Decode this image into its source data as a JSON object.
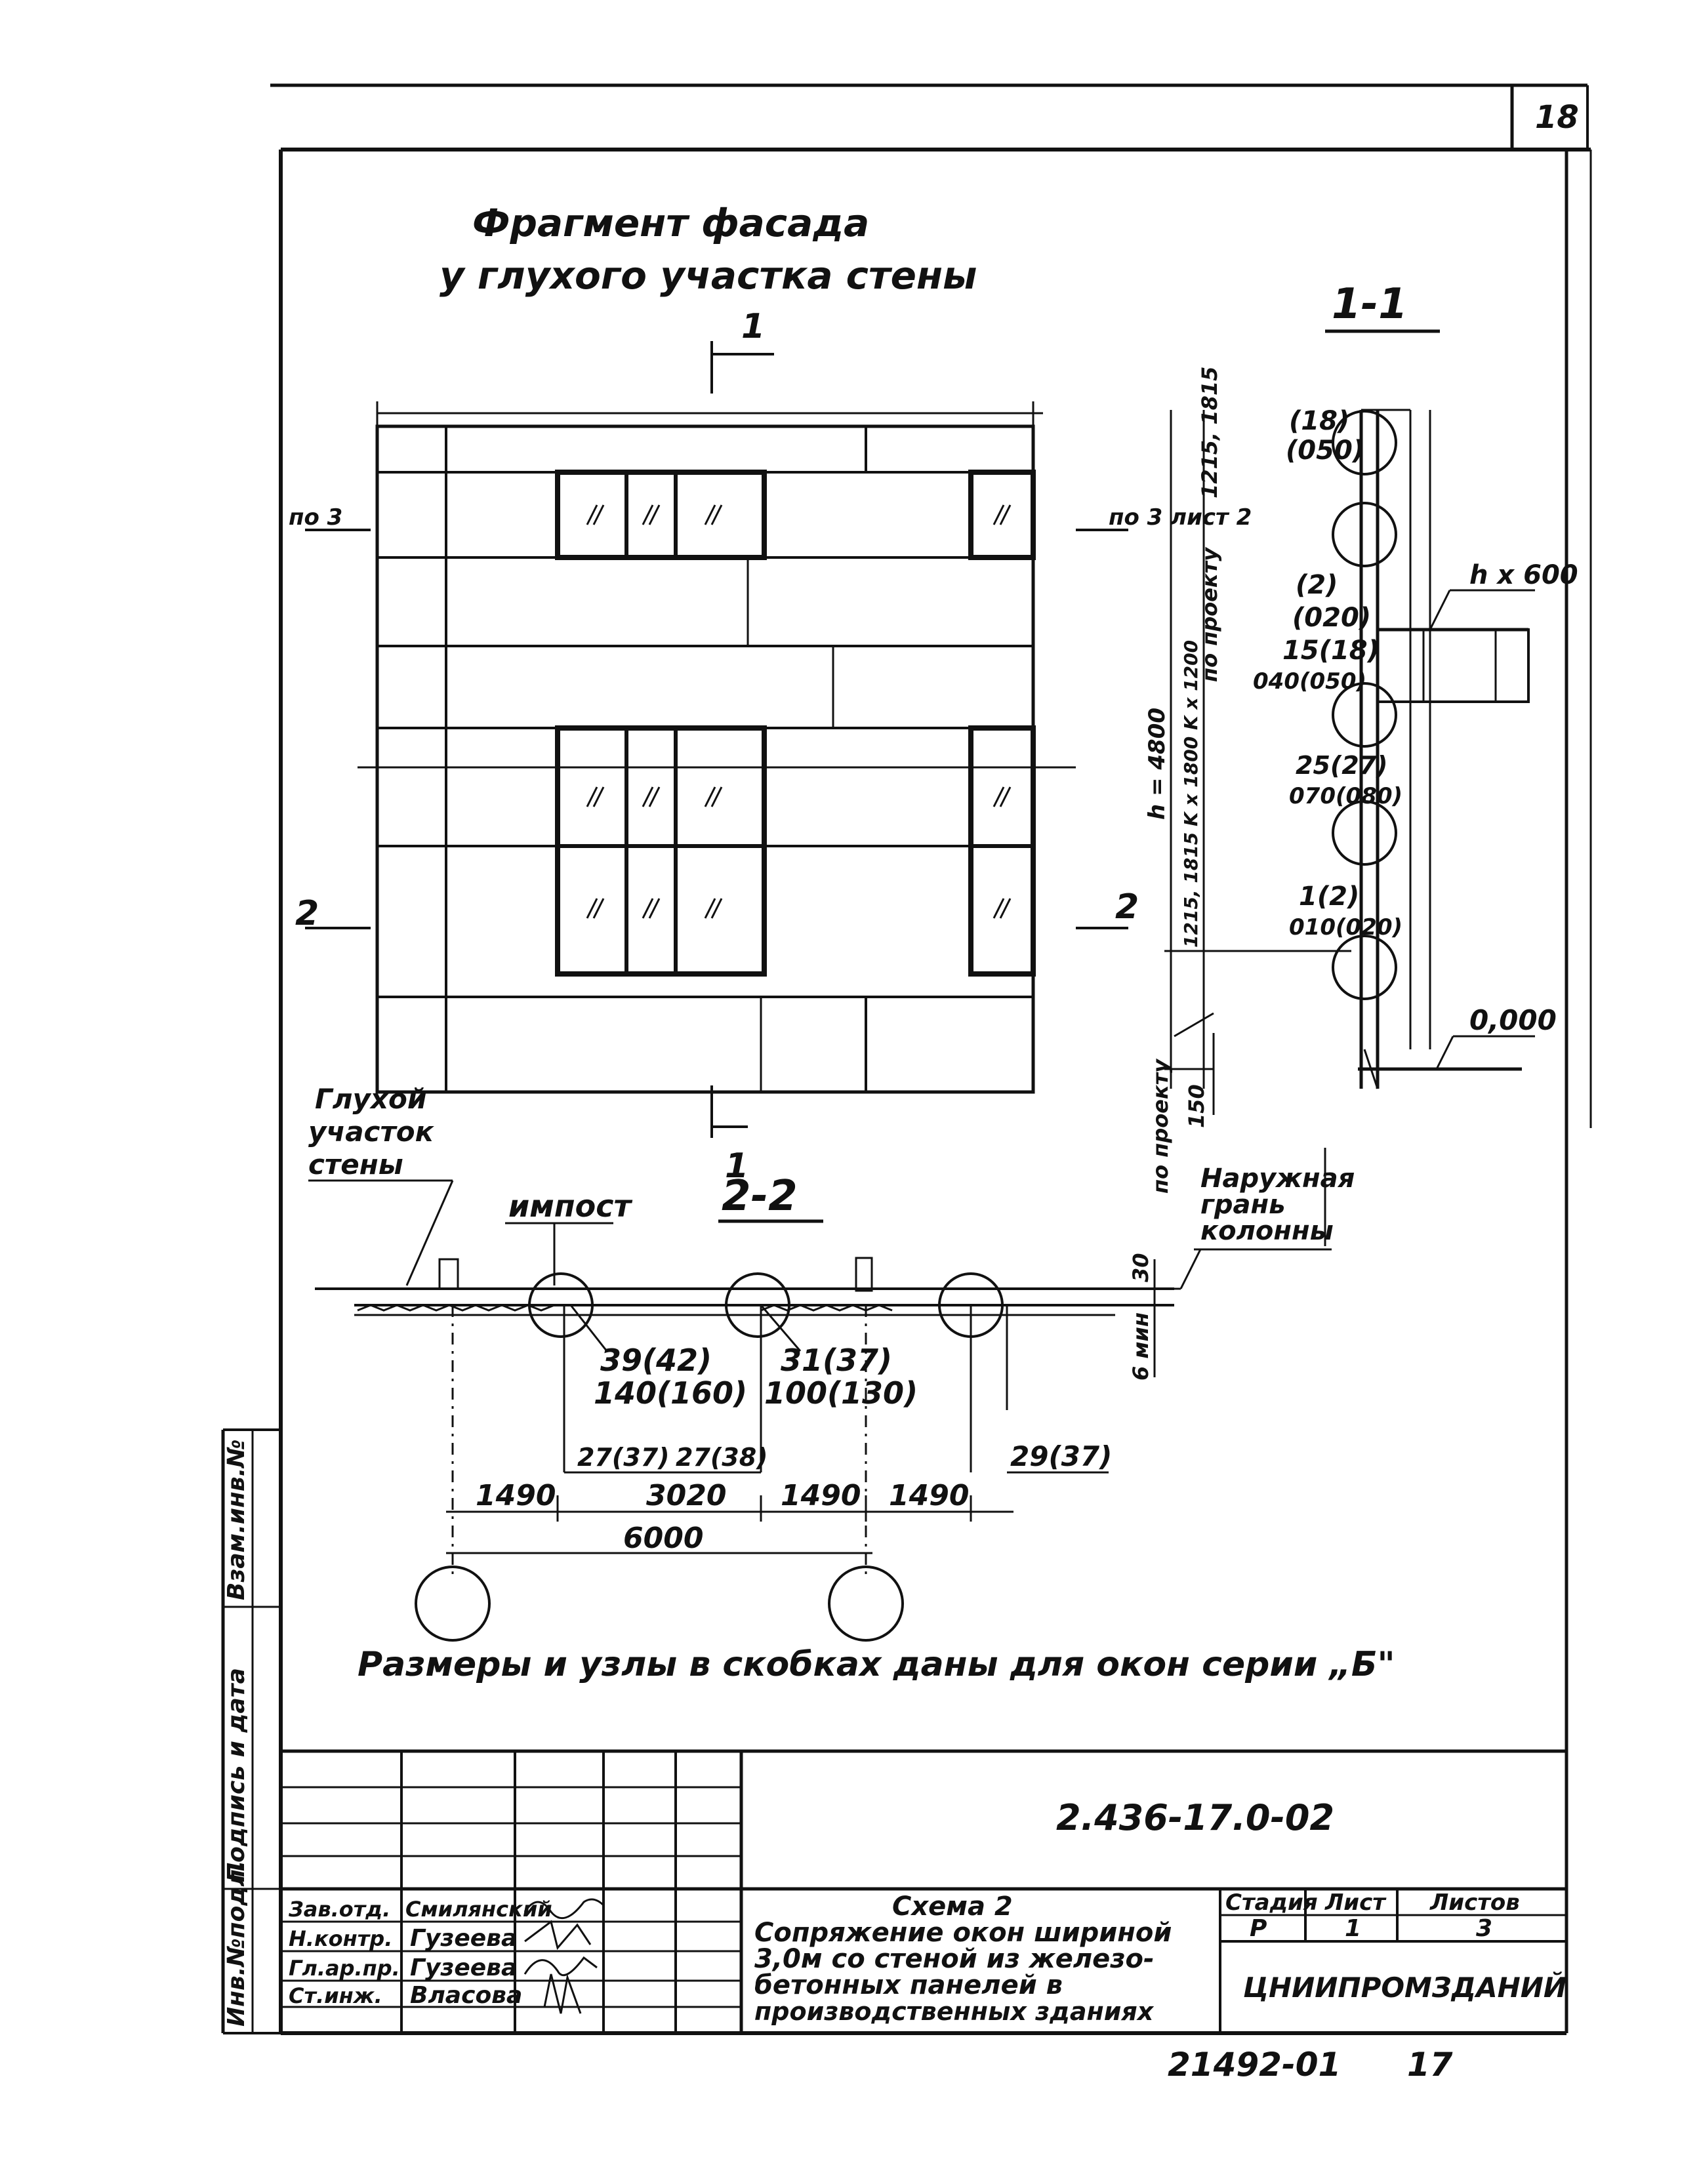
{
  "sheet_number": "18",
  "facade_title_line1": "Фрагмент фасада",
  "facade_title_line2": "у глухого участка стены",
  "section_1_1_title": "1-1",
  "section_2_2_title": "2-2",
  "cut_marker_1": "1",
  "cut_marker_2": "2",
  "facade_mark_top_left": "по 3",
  "facade_mark_right_top": "по 3 лист 2",
  "elev_labels": {
    "top_bracket": "(18)",
    "top_bracket_sub": "(050)",
    "mid_bracket": "(2)",
    "mid_bracket_sub": "(020)",
    "mid2": "15(18)",
    "mid2_sub": "040(050)",
    "low1": "25(27)",
    "low1_sub": "070(080)",
    "low2": "1(2)",
    "low2_sub": "010(020)",
    "beam_label": "h x 600",
    "level": "0,000",
    "vert_1215": "1215, 1815",
    "vert_project": "по проекту",
    "vert_h": "h = 4800",
    "vert_k": "K x 1800 K x 1200",
    "vert_1215b": "1215, 1815",
    "vert_project2": "по проекту",
    "dim_150": "150"
  },
  "blind_wall_label": [
    "Глухой",
    "участок",
    "стены"
  ],
  "impost_label": "импост",
  "outer_face_label": [
    "Наружная",
    "грань",
    "колонны"
  ],
  "plan_dims": {
    "d30": "30",
    "d6min": "6 мин",
    "a1": "39(42)",
    "a2": "140(160)",
    "b1": "31(37)",
    "b2": "100(130)",
    "c1": "27(37)",
    "c2": "27(38)",
    "c3": "29(37)",
    "s1": "1490",
    "s2": "3020",
    "s3": "1490",
    "s4": "1490",
    "total": "6000"
  },
  "footnote": "Размеры и узлы в скобках даны для окон серии „Б\"",
  "stamp": {
    "doc_code": "2.436-17.0-02",
    "title_lines": [
      "Схема 2",
      "Сопряжение окон шириной",
      "3,0м со стеной из железо-",
      "бетонных панелей в",
      "производственных зданиях"
    ],
    "stage_header": "Стадия",
    "sheet_header": "Лист",
    "sheets_header": "Листов",
    "stage": "Р",
    "sheet": "1",
    "sheets": "3",
    "org": "ЦНИИПРОМЗДАНИЙ",
    "roles": [
      "Зав.отд.",
      "Н.контр.",
      "Гл.ар.пр.",
      "Ст.инж."
    ],
    "names": [
      "Смилянский",
      "Гузеева",
      "Гузеева",
      "Власова"
    ],
    "side_labels": [
      "Инв.№подл.",
      "Подпись и дата",
      "Взам.инв.№"
    ]
  },
  "bottom_code": "21492-01",
  "bottom_page": "17"
}
